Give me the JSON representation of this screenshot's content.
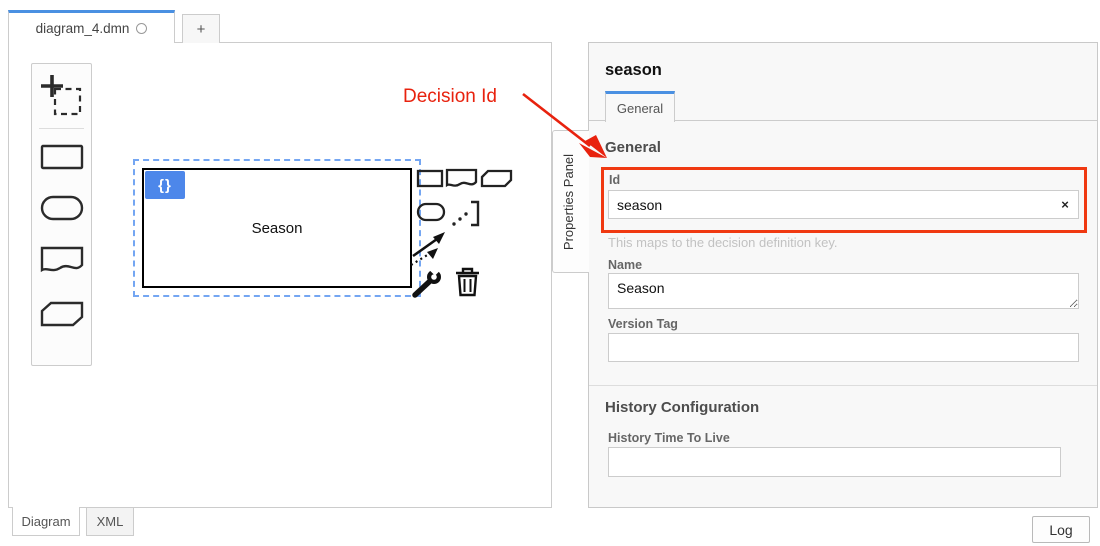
{
  "tabs": {
    "file": "diagram_4.dmn",
    "add": "+"
  },
  "canvas": {
    "decision_label": "Season",
    "badge": "{}"
  },
  "annotation": {
    "text": "Decision Id"
  },
  "panel": {
    "toggle": "Properties Panel",
    "title": "season",
    "tab": "General",
    "general_heading": "General",
    "id": {
      "label": "Id",
      "value": "season",
      "clear_icon": "×",
      "help": "This maps to the decision definition key."
    },
    "name": {
      "label": "Name",
      "value": "Season"
    },
    "version": {
      "label": "Version Tag",
      "value": ""
    },
    "history_heading": "History Configuration",
    "httl": {
      "label": "History Time To Live",
      "value": ""
    }
  },
  "footer": {
    "diagram_tab": "Diagram",
    "xml_tab": "XML",
    "log_button": "Log"
  },
  "icons": {
    "palette": [
      "lasso-tool",
      "decision",
      "input-data",
      "knowledge-source",
      "business-knowledge-model"
    ],
    "context_pad": [
      "append-decision",
      "append-knowledge-source",
      "append-business-knowledge-model",
      "append-input-data",
      "append-text-annotation",
      "connect",
      "wrench",
      "trash"
    ],
    "other": [
      "unsaved-circle",
      "clear-x"
    ]
  },
  "colors": {
    "accent_blue": "#4a90e2",
    "badge_blue": "#4d87ea",
    "selection_blue": "#74a6f2",
    "annotation_red": "#e8220e",
    "highlight_red": "#f03911",
    "panel_bg": "#f8f8f8"
  }
}
